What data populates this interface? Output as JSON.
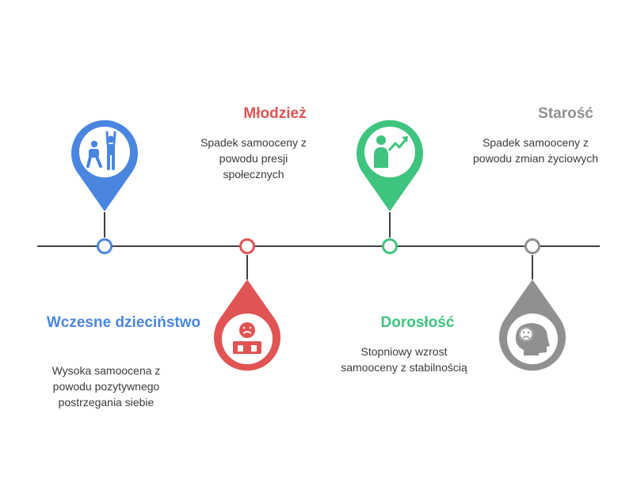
{
  "stages": [
    {
      "title": "Wczesne dzieciństwo",
      "description": "Wysoka samoocena z powodu pozytywnego postrzegania siebie",
      "color": "#4a86e0",
      "icon": "children-playing-icon"
    },
    {
      "title": "Młodzież",
      "description": "Spadek samooceny z powodu presji społecznych",
      "color": "#e05454",
      "icon": "sad-teen-at-desk-icon"
    },
    {
      "title": "Dorosłość",
      "description": "Stopniowy wzrost samooceny z stabilnością",
      "color": "#3ec47e",
      "icon": "person-growth-arrow-icon"
    },
    {
      "title": "Starość",
      "description": "Spadek samooceny z powodu zmian życiowych",
      "color": "#909090",
      "icon": "sad-head-profile-icon"
    }
  ]
}
